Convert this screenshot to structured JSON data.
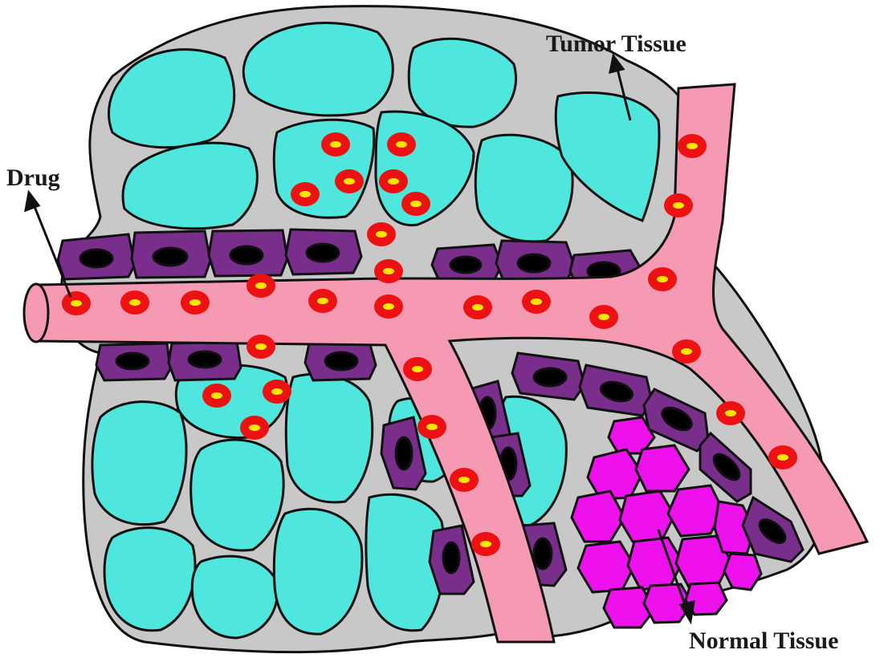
{
  "labels": {
    "tumor": "Tumor Tissue",
    "drug": "Drug",
    "normal": "Normal Tissue"
  },
  "colors": {
    "interstitium": "#c8c8c8",
    "tumor_cell": "#4fe6de",
    "endothelial_cell": "#7a2e8c",
    "endothelial_nucleus": "#000000",
    "vessel": "#f59ab2",
    "drug_particle_outer": "#ee1111",
    "drug_particle_core": "#ffe600",
    "normal_cell": "#ee11ee",
    "outline": "#111111"
  }
}
